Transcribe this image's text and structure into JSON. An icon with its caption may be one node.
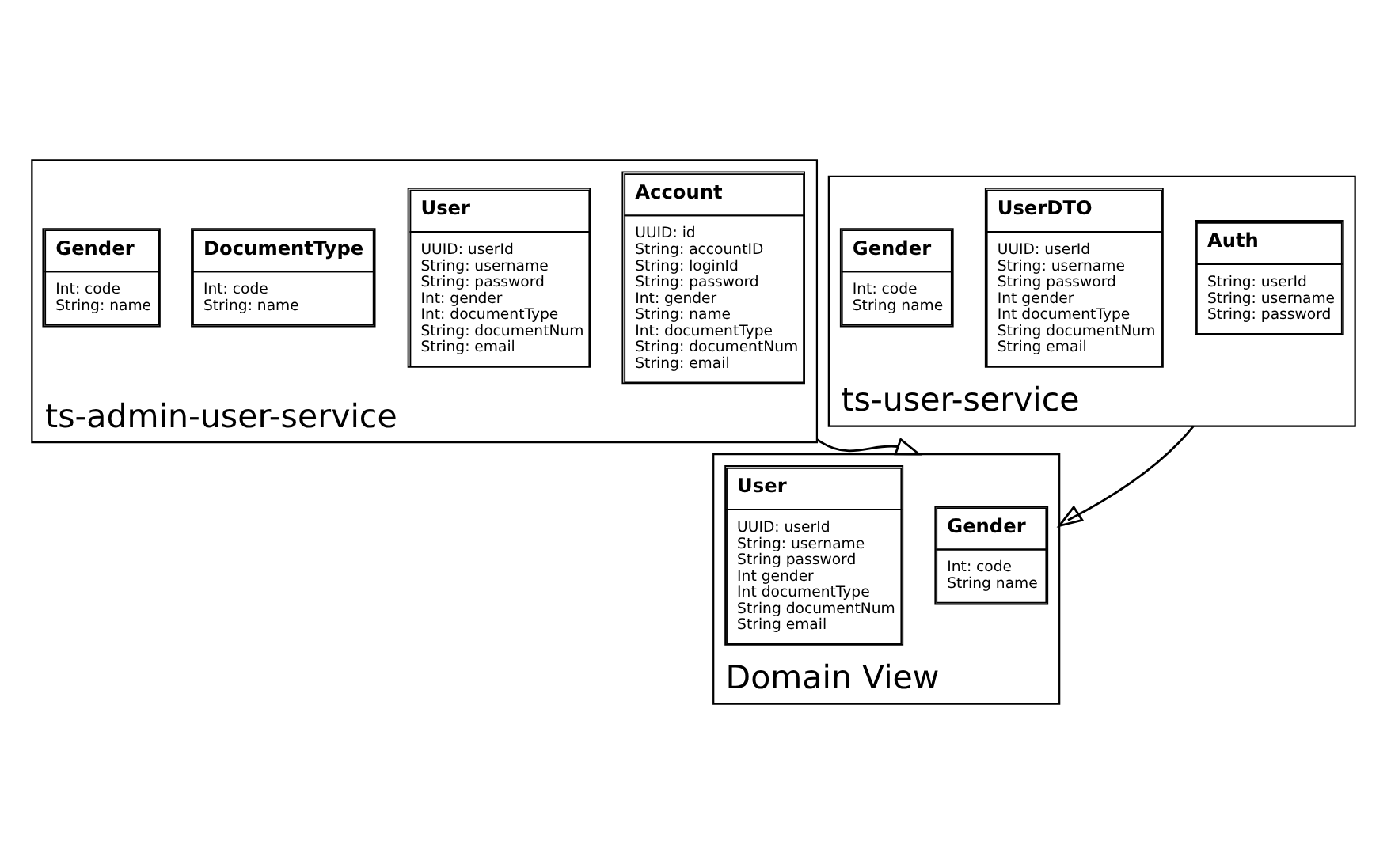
{
  "diagram": {
    "nodes": [
      {
        "text": [
          "ts-admin-user-service"
        ]
      },
      {
        "text": [
          "Account",
          "UUID: id",
          "String: accountID",
          "String: loginId",
          "String: password",
          "Int: gender",
          "String: name",
          "Int: documentType",
          "String: documentNum",
          "String: email"
        ],
        "in": 0
      },
      {
        "text": [
          "User",
          "UUID: userId",
          "String: username",
          "String: password",
          "Int: gender",
          "Int: documentType",
          "String: documentNum",
          "String: email"
        ],
        "in": 0
      },
      {
        "text": [
          "DocumentType",
          "Int: code",
          "String: name"
        ],
        "in": 0
      },
      {
        "text": [
          "Gender",
          "Int: code",
          "String: name"
        ],
        "in": 0
      },
      {
        "text": [
          "ts-user-service"
        ]
      },
      {
        "text": [
          "Auth",
          "String: userId",
          "String: username",
          "String: password"
        ],
        "in": 5
      },
      {
        "text": [
          "UserDTO",
          "UUID: userId",
          "String: username",
          "String password",
          "Int gender",
          "Int documentType",
          "String documentNum",
          "String email"
        ],
        "in": 5
      },
      {
        "text": [
          "Gender",
          "Int: code",
          "String name"
        ],
        "in": 5
      },
      {
        "text": [
          "Domain View"
        ]
      },
      {
        "text": [
          "Gender",
          "Int: code",
          "String name"
        ],
        "in": 9
      },
      {
        "text": [
          "User",
          "UUID: userId",
          "String: username",
          "String password",
          "Int gender",
          "Int documentType",
          "String documentNum",
          "String email"
        ],
        "in": 9
      }
    ],
    "edges": [
      {
        "from": 0,
        "to": 9,
        "arrow": "to"
      },
      {
        "from": 5,
        "to": 9,
        "arrow": "to"
      }
    ]
  }
}
